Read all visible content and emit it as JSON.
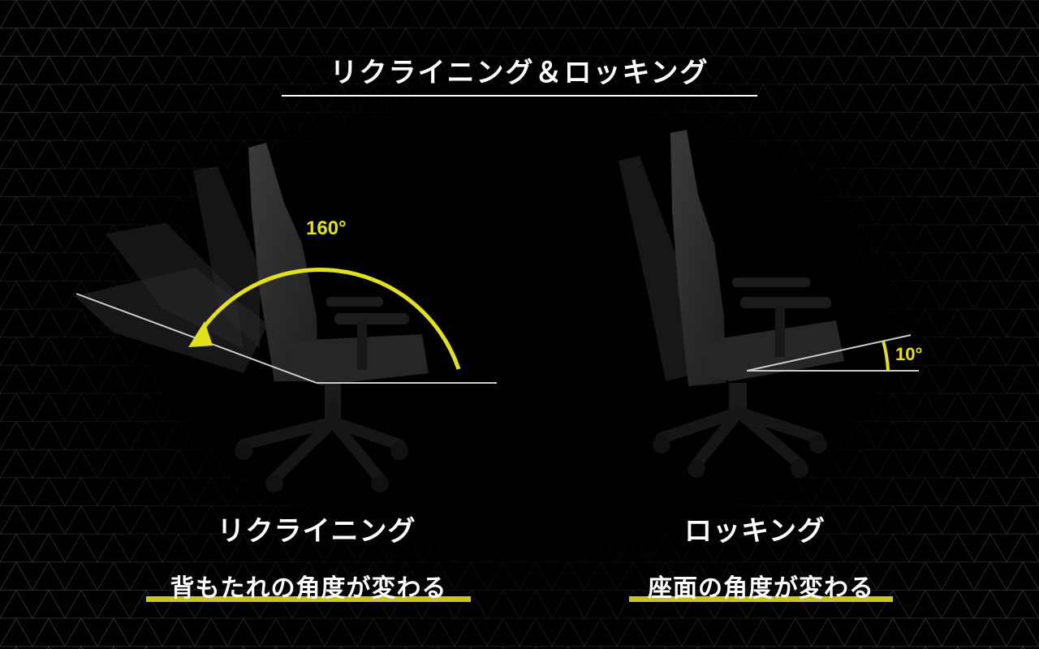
{
  "title": "リクライニング＆ロッキング",
  "left": {
    "label": "リクライニング",
    "subtitle": "背もたれの角度が変わる",
    "angle": "160°"
  },
  "right": {
    "label": "ロッキング",
    "subtitle": "座面の角度が変わる",
    "angle": "10°"
  },
  "colors": {
    "background": "#000000",
    "accent": "#e3e01d",
    "highlight": "#c9c324",
    "text": "#ffffff",
    "chair": "#2a2a2c",
    "pattern": "#3a3a3a"
  }
}
